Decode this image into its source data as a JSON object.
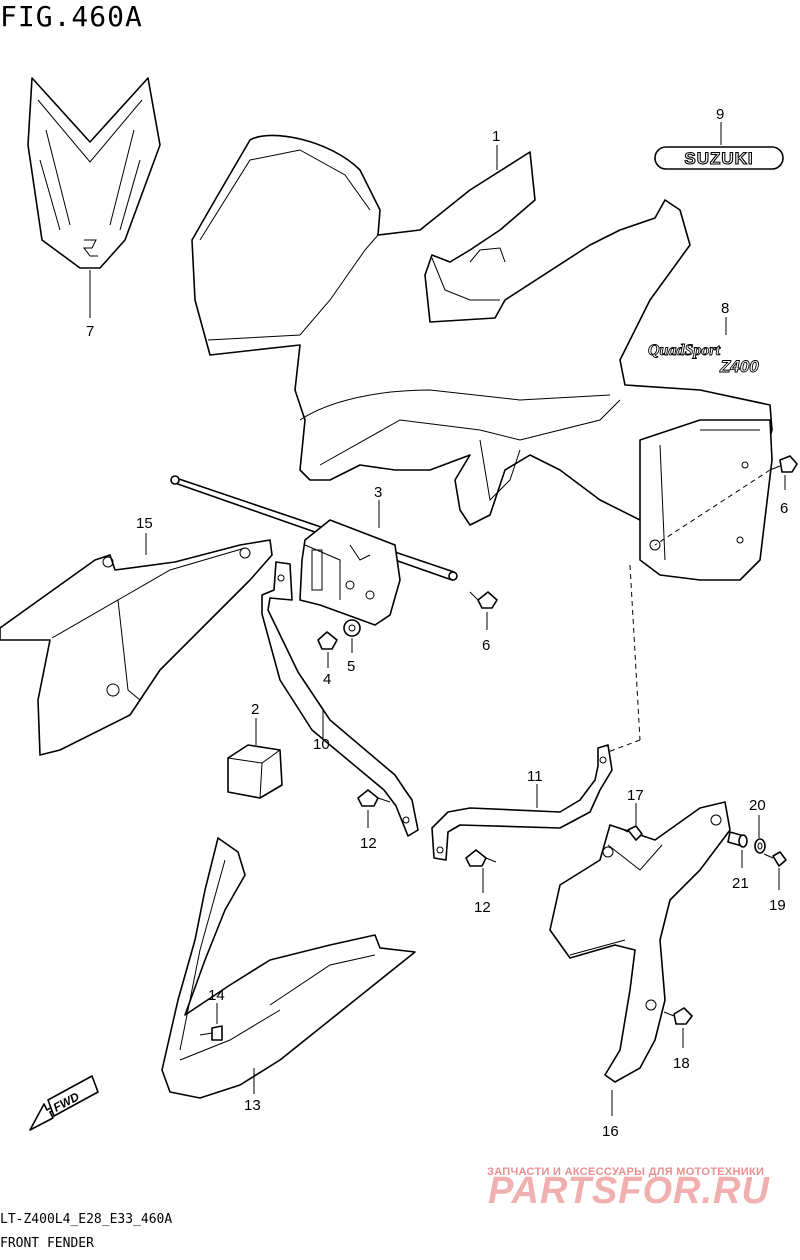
{
  "figure": {
    "title": "FIG.460A",
    "model_code": "LT-Z400L4_E28_E33_460A",
    "name": "FRONT FENDER"
  },
  "decals": {
    "suzuki_text": "SUZUKI",
    "quadsport_text": "QuadSport",
    "z400_text": "Z400",
    "fwd_text": "FWD"
  },
  "callouts": {
    "c1": "1",
    "c2": "2",
    "c3": "3",
    "c4": "4",
    "c5": "5",
    "c6a": "6",
    "c6b": "6",
    "c7": "7",
    "c8": "8",
    "c9": "9",
    "c10": "10",
    "c11": "11",
    "c12a": "12",
    "c12b": "12",
    "c13": "13",
    "c14": "14",
    "c15": "15",
    "c16": "16",
    "c17": "17",
    "c18": "18",
    "c19": "19",
    "c20": "20",
    "c21": "21"
  },
  "watermark": {
    "tagline": "ЗАПЧАСТИ И АКСЕССУАРЫ ДЛЯ МОТОТЕХНИКИ",
    "brand": "PARTSFOR.RU"
  }
}
